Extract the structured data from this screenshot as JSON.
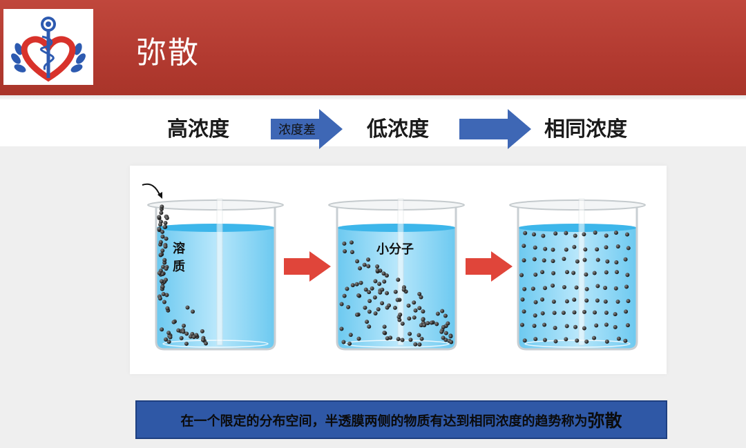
{
  "slide": {
    "title": "弥散",
    "flow": {
      "stage1": "高浓度",
      "arrow1_label": "浓度差",
      "stage2": "低浓度",
      "stage3": "相同浓度"
    },
    "beakers": {
      "label_solute": "溶\n质",
      "label_small_molecule": "小分子"
    },
    "footer": {
      "text": "在一个限定的分布空间，半透膜两侧的物质有达到相同浓度的趋势称为",
      "emphasis": "弥散"
    }
  },
  "colors": {
    "header": "#b23a30",
    "arrow_blue": "#3e67b5",
    "arrow_red": "#e0453a",
    "water": "#66c7ee",
    "footer_bar": "#2f58a6"
  },
  "icons": [
    "medical-caduceus-heart-logo",
    "arrow-right-icon"
  ]
}
